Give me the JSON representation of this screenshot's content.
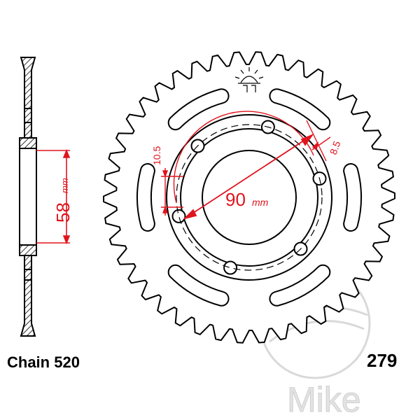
{
  "diagram": {
    "chain_label": "Chain 520",
    "part_number": "279",
    "watermark": "Mike",
    "dims": {
      "hub_diameter_value": "58",
      "hub_diameter_unit": "mm",
      "pcd_value": "90",
      "pcd_unit": "mm",
      "bolt_hole_value": "10.5",
      "offset_value": "8.5"
    },
    "teeth": 42,
    "bolt_holes": 6,
    "slots": 6
  },
  "colors": {
    "outline": "#000000",
    "dimension": "#e0141e",
    "hatch": "#000000",
    "watermark": "#d9d9d9"
  }
}
